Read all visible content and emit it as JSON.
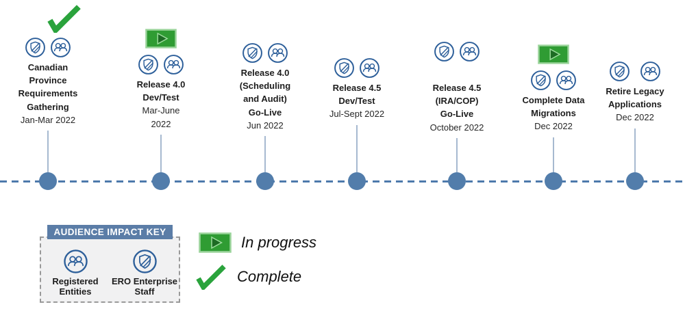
{
  "timeline": {
    "milestones": [
      {
        "title": "Canadian\nProvince\nRequirements\nGathering",
        "date": "Jan-Mar 2022",
        "status": "Complete",
        "audience_icons": [
          "ero-staff-shield-icon",
          "registered-entities-people-icon"
        ]
      },
      {
        "title": "Release 4.0\nDev/Test",
        "date": "Mar-June\n2022",
        "status": "In progress",
        "audience_icons": [
          "ero-staff-shield-icon",
          "registered-entities-people-icon"
        ]
      },
      {
        "title": "Release 4.0\n(Scheduling\nand Audit)\nGo-Live",
        "date": "Jun 2022",
        "status": "",
        "audience_icons": [
          "ero-staff-shield-icon",
          "registered-entities-people-icon"
        ]
      },
      {
        "title": "Release 4.5\nDev/Test",
        "date": "Jul-Sept 2022",
        "status": "",
        "audience_icons": [
          "ero-staff-shield-icon",
          "registered-entities-people-icon"
        ]
      },
      {
        "title": "Release 4.5\n(IRA/COP)\nGo-Live",
        "date": "October 2022",
        "status": "",
        "audience_icons": [
          "ero-staff-shield-icon",
          "registered-entities-people-icon"
        ]
      },
      {
        "title": "Complete Data\nMigrations",
        "date": "Dec 2022",
        "status": "In progress",
        "audience_icons": [
          "ero-staff-shield-icon",
          "registered-entities-people-icon"
        ]
      },
      {
        "title": "Retire Legacy\nApplications",
        "date": "Dec 2022",
        "status": "",
        "audience_icons": [
          "ero-staff-shield-icon",
          "registered-entities-people-icon"
        ]
      }
    ]
  },
  "legend": {
    "audience_key": {
      "title": "AUDIENCE IMPACT KEY",
      "items": [
        {
          "icon": "registered-entities-people-icon",
          "label": "Registered\nEntities"
        },
        {
          "icon": "ero-staff-shield-icon",
          "label": "ERO Enterprise\nStaff"
        }
      ]
    },
    "status_key": {
      "in_progress_label": "In progress",
      "complete_label": "Complete"
    }
  },
  "colors": {
    "icon_blue": "#2d5f9a",
    "timeline_dash_blue": "#4d79ab",
    "dot_blue": "#527dab",
    "connector_blue": "#a6b9d0",
    "check_green": "#2aa33c",
    "play_fill_green": "#2f9c33",
    "play_border_green": "#9bd49b",
    "play_triangle_green": "#1d6b24",
    "audience_bar_blue": "#5b7da7",
    "audience_box_bg": "#f1f1f2"
  }
}
